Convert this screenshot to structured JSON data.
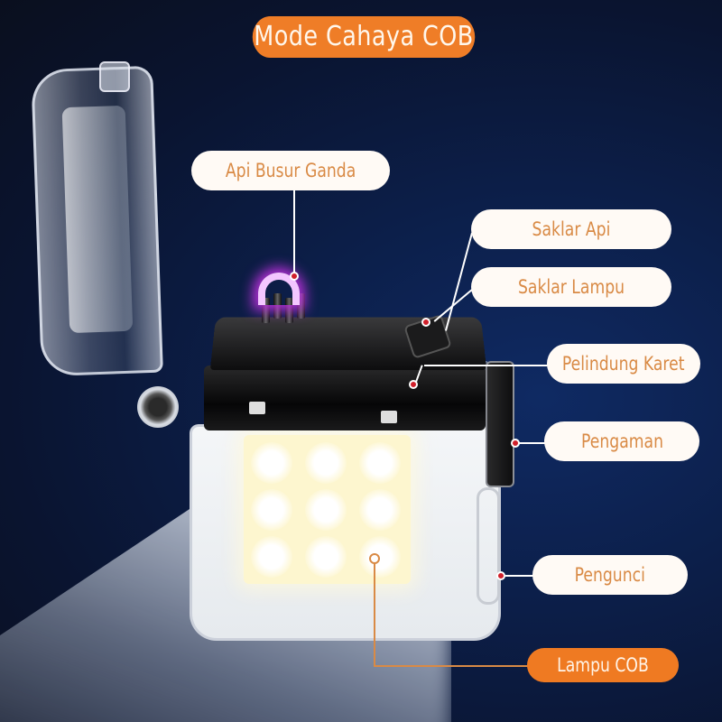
{
  "title": "Mode Cahaya COB",
  "labels": {
    "dual_arc": "Api Busur Ganda",
    "fire_switch": "Saklar Api",
    "lamp_switch": "Saklar Lampu",
    "rubber_seal": "Pelindung Karet",
    "safety": "Pengaman",
    "lock": "Pengunci",
    "cob_lamp": "Lampu COB"
  },
  "colors": {
    "accent_orange": "#ef7d27",
    "label_text": "#d98a45",
    "pill_bg": "#fffaf5",
    "marker_red": "#d0202b",
    "background_dark": "#0a1430",
    "arc_glow": "#b530d8"
  }
}
